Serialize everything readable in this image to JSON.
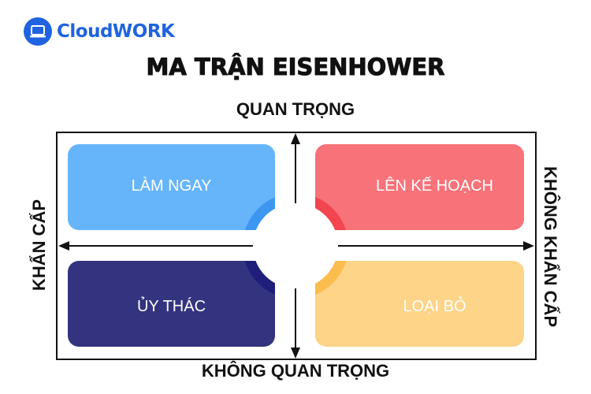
{
  "brand": {
    "name": "CloudWORK",
    "color": "#1f63e0"
  },
  "title": "MA TRẬN EISENHOWER",
  "axes": {
    "top": "QUAN TRỌNG",
    "bottom": "KHÔNG QUAN TRỌNG",
    "left": "KHẨN CẤP",
    "right": "KHÔNG KHẨN CẤP"
  },
  "quadrants": [
    {
      "label": "LÀM NGAY",
      "color": "#66b5fb",
      "accent": "#3d97f2"
    },
    {
      "label": "LÊN KẾ HOẠCH",
      "color": "#f87279",
      "accent": "#f2454f"
    },
    {
      "label": "ỦY THÁC",
      "color": "#333380",
      "accent": "#1f1f7a"
    },
    {
      "label": "LOẠI BỎ",
      "color": "#fdd488",
      "accent": "#fbbd4e"
    }
  ]
}
